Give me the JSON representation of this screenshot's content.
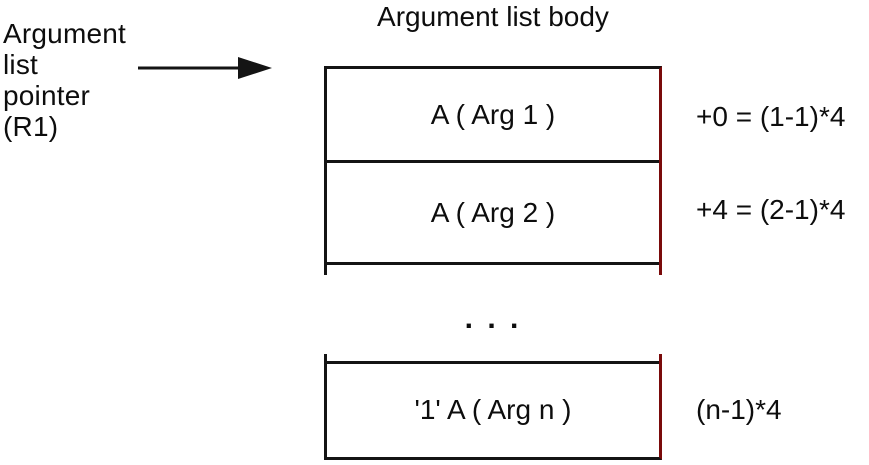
{
  "colors": {
    "background": "#ffffff",
    "ink": "#0d0d0d",
    "line": "#141414",
    "box_right_border": "#7a0a0a"
  },
  "pointer": {
    "label": "Argument\nlist\npointer\n(R1)"
  },
  "title": "Argument list body",
  "cells": [
    {
      "label": "A ( Arg 1 )",
      "offset": "+0 = (1-1)*4"
    },
    {
      "label": "A ( Arg 2 )",
      "offset": "+4 = (2-1)*4"
    }
  ],
  "ellipsis": ". . .",
  "last_cell": {
    "label": "'1' A ( Arg n )",
    "offset": "(n-1)*4"
  }
}
